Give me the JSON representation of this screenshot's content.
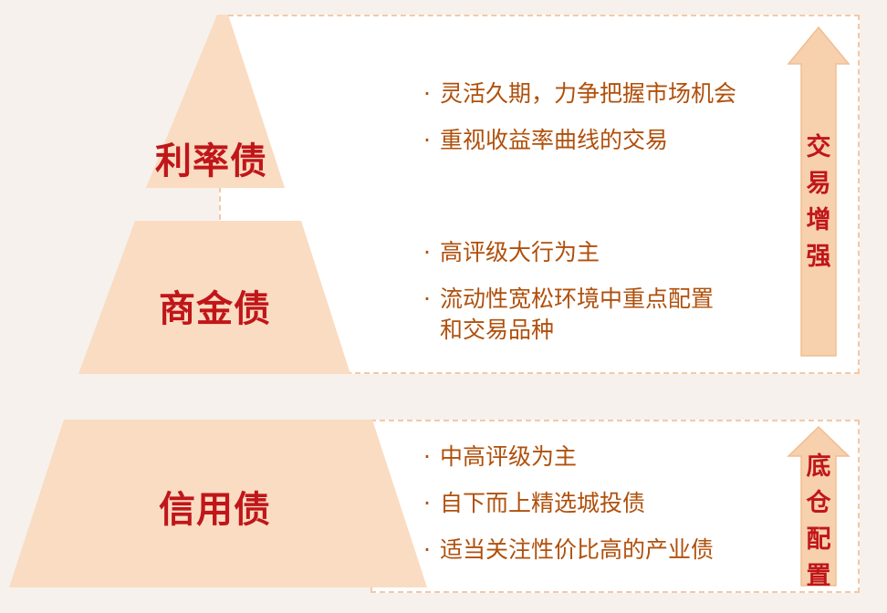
{
  "tiers": [
    {
      "label": "利率债",
      "bullets": [
        "灵活久期，力争把握市场机会",
        "重视收益率曲线的交易"
      ]
    },
    {
      "label": "商金债",
      "bullets": [
        "高评级大行为主",
        "流动性宽松环境中重点配置",
        "和交易品种"
      ]
    },
    {
      "label": "信用债",
      "bullets": [
        "中高评级为主",
        "自下而上精选城投债",
        "适当关注性价比高的产业债"
      ]
    }
  ],
  "arrows": [
    {
      "chars": [
        "交",
        "易",
        "增",
        "强"
      ]
    },
    {
      "chars": [
        "底",
        "仓",
        "配",
        "置"
      ]
    }
  ],
  "colors": {
    "pyramid_fill": "#f9dcc2",
    "label_red": "#c0161a",
    "bullet_text": "#b0500c",
    "arrow_fill": "#f7d0ad",
    "dash_border": "#f2c9a8",
    "background": "#f6f1ec"
  }
}
